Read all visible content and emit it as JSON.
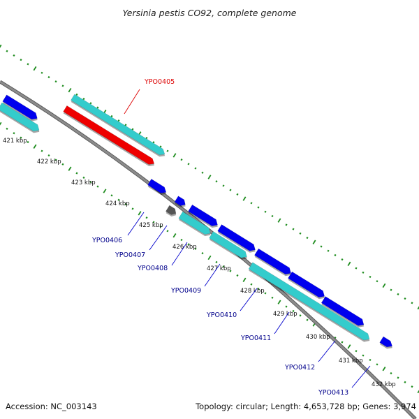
{
  "title": "Yersinia pestis CO92, complete genome",
  "footer": {
    "accession": "Accession: NC_003143",
    "topology": "Topology: circular; Length: 4,653,728 bp; Genes: 3,974"
  },
  "colors": {
    "backbone": "#808080",
    "tick": "#1e8c1e",
    "cds_forward": "#33cccc",
    "cds_reverse": "#0000ee",
    "highlight": "#ee0000",
    "other": "#555555",
    "label_blue": "#00008b",
    "label_red": "#dd0000"
  },
  "scale_labels": [
    "421 kbp",
    "422 kbp",
    "423 kbp",
    "424 kbp",
    "425 kbp",
    "426 kbp",
    "427 kbp",
    "428 kbp",
    "429 kbp",
    "430 kbp",
    "431 kbp",
    "432 kbp"
  ],
  "gene_labels": [
    {
      "id": "g405",
      "text": "YPO0405",
      "color": "red"
    },
    {
      "id": "g406",
      "text": "YPO0406",
      "color": "blue"
    },
    {
      "id": "g407",
      "text": "YPO0407",
      "color": "blue"
    },
    {
      "id": "g408",
      "text": "YPO0408",
      "color": "blue"
    },
    {
      "id": "g409",
      "text": "YPO0409",
      "color": "blue"
    },
    {
      "id": "g410",
      "text": "YPO0410",
      "color": "blue"
    },
    {
      "id": "g411",
      "text": "YPO0411",
      "color": "blue"
    },
    {
      "id": "g412",
      "text": "YPO0412",
      "color": "blue"
    },
    {
      "id": "g413",
      "text": "YPO0413",
      "color": "blue"
    }
  ]
}
